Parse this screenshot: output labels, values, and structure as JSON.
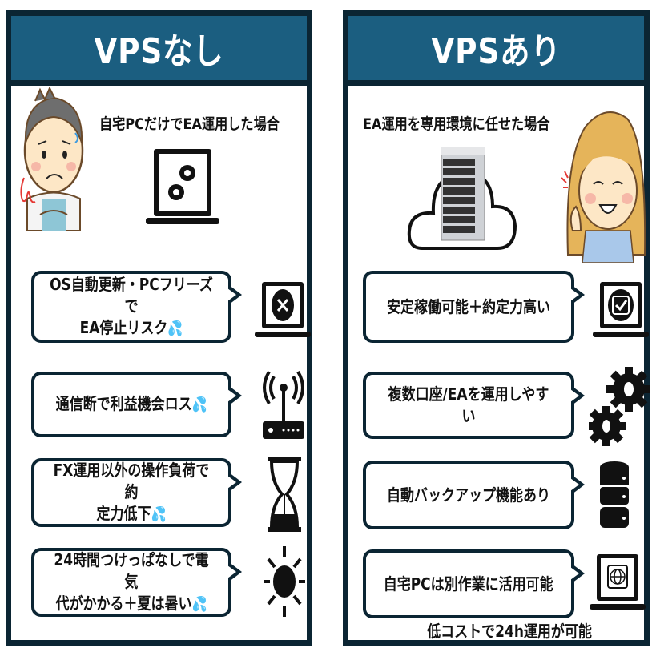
{
  "left_panel": {
    "title": "VPSなし",
    "subtitle": "自宅PCだけでEA運用した場合",
    "illustration": "worried-man-arms-crossed",
    "hero_icon": "laptop-gears-icon",
    "items": [
      {
        "line1": "OS自動更新・PCフリーズで",
        "line2": "EA停止リスク",
        "emoji": "sweat-drops",
        "icon": "laptop-x-icon"
      },
      {
        "line1": "通信断で利益機会ロス",
        "line2": "",
        "emoji": "sweat-drops",
        "icon": "wifi-router-icon"
      },
      {
        "line1": "FX運用以外の操作負荷で約",
        "line2": "定力低下",
        "emoji": "sweat-drops",
        "icon": "hourglass-icon"
      },
      {
        "line1": "24時間つけっぱなしで電気",
        "line2": "代がかかる＋夏は暑い",
        "emoji": "sweat-drops",
        "icon": "sun-icon"
      }
    ]
  },
  "right_panel": {
    "title": "VPSあり",
    "subtitle": "EA運用を専用環境に任せた場合",
    "illustration": "smiling-woman-pointing",
    "hero_icon": "cloud-server-icon",
    "items": [
      {
        "line1": "安定稼働可能＋約定力高い",
        "icon": "laptop-check-icon"
      },
      {
        "line1": "複数口座/EAを運用しやすい",
        "icon": "gears-icon"
      },
      {
        "line1": "自動バックアップ機能あり",
        "icon": "database-icon"
      },
      {
        "line1": "自宅PCは別作業に活用可能",
        "icon": "laptop-globe-icon"
      }
    ],
    "footer": "低コストで24h運用が可能"
  },
  "colors": {
    "header": "#1b5e80",
    "border": "#0b2533",
    "drop": "#3d9be0"
  },
  "drop_glyph": "💦"
}
